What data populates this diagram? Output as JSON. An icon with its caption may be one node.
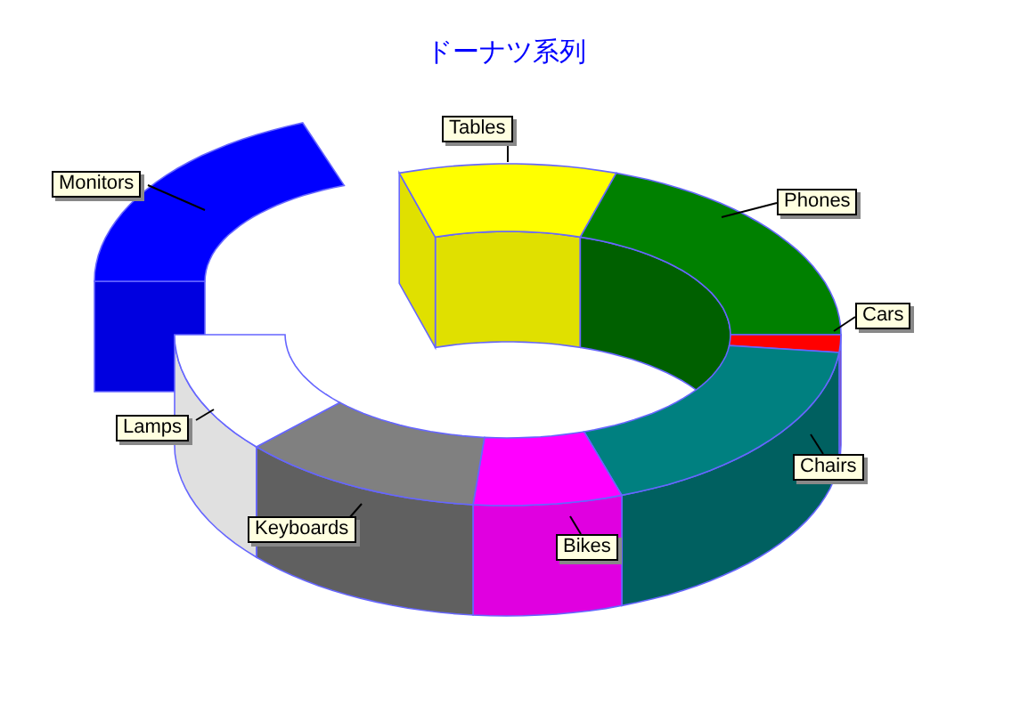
{
  "diagram": {
    "title": "ドーナツ系列",
    "nodes": [
      {
        "text": [
          "Tables"
        ]
      },
      {
        "text": [
          "Monitors"
        ]
      },
      {
        "text": [
          "Phones"
        ]
      },
      {
        "text": [
          "Cars"
        ]
      },
      {
        "text": [
          "Lamps"
        ]
      },
      {
        "text": [
          "Chairs"
        ]
      },
      {
        "text": [
          "Keyboards"
        ]
      },
      {
        "text": [
          "Bikes"
        ]
      }
    ],
    "edges": [
      {
        "from": 0,
        "to": null,
        "arrow": "none"
      },
      {
        "from": 1,
        "to": null,
        "arrow": "none"
      },
      {
        "from": 2,
        "to": null,
        "arrow": "none"
      },
      {
        "from": 3,
        "to": null,
        "arrow": "none"
      },
      {
        "from": 4,
        "to": null,
        "arrow": "none"
      },
      {
        "from": 5,
        "to": null,
        "arrow": "none"
      },
      {
        "from": 6,
        "to": null,
        "arrow": "none"
      },
      {
        "from": 7,
        "to": null,
        "arrow": "none"
      }
    ]
  }
}
